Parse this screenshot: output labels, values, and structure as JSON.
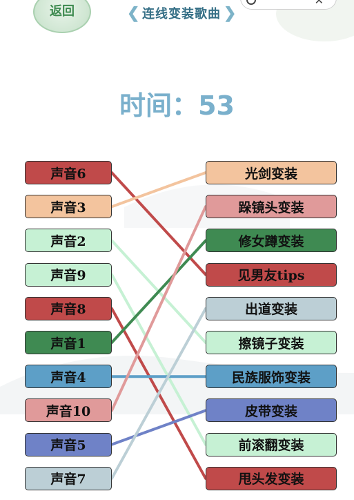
{
  "header": {
    "back_label": "返回",
    "title": "连线变装歌曲",
    "close_glyph": "✕"
  },
  "timer": {
    "label": "时间：",
    "value": "53"
  },
  "left_items": [
    {
      "label": "声音6",
      "color": "#c04a4a"
    },
    {
      "label": "声音3",
      "color": "#f3c49e"
    },
    {
      "label": "声音2",
      "color": "#c6f1d4"
    },
    {
      "label": "声音9",
      "color": "#c6f1d4"
    },
    {
      "label": "声音8",
      "color": "#c04a4a"
    },
    {
      "label": "声音1",
      "color": "#3f8a52"
    },
    {
      "label": "声音4",
      "color": "#5d9fc7"
    },
    {
      "label": "声音10",
      "color": "#e09a9a"
    },
    {
      "label": "声音5",
      "color": "#6f82c7"
    },
    {
      "label": "声音7",
      "color": "#bccfd6"
    }
  ],
  "right_items": [
    {
      "label": "光剑变装",
      "color": "#f3c49e"
    },
    {
      "label": "跺镜头变装",
      "color": "#e09a9a"
    },
    {
      "label": "修女蹲变装",
      "color": "#3f8a52"
    },
    {
      "label": "见男友tips",
      "color": "#c04a4a"
    },
    {
      "label": "出道变装",
      "color": "#bccfd6"
    },
    {
      "label": "擦镜子变装",
      "color": "#c6f1d4"
    },
    {
      "label": "民族服饰变装",
      "color": "#5d9fc7"
    },
    {
      "label": "皮带变装",
      "color": "#6f82c7"
    },
    {
      "label": "前滚翻变装",
      "color": "#c6f1d4"
    },
    {
      "label": "甩头发变装",
      "color": "#c04a4a"
    }
  ],
  "connections": [
    {
      "from": 0,
      "to": 3,
      "color": "#c04a4a"
    },
    {
      "from": 1,
      "to": 0,
      "color": "#f3c49e"
    },
    {
      "from": 2,
      "to": 5,
      "color": "#c6f1d4"
    },
    {
      "from": 3,
      "to": 8,
      "color": "#c6f1d4"
    },
    {
      "from": 4,
      "to": 9,
      "color": "#c04a4a"
    },
    {
      "from": 5,
      "to": 2,
      "color": "#3f8a52"
    },
    {
      "from": 6,
      "to": 6,
      "color": "#5d9fc7"
    },
    {
      "from": 7,
      "to": 1,
      "color": "#e09a9a"
    },
    {
      "from": 8,
      "to": 7,
      "color": "#6f82c7"
    },
    {
      "from": 9,
      "to": 4,
      "color": "#bccfd6"
    }
  ]
}
